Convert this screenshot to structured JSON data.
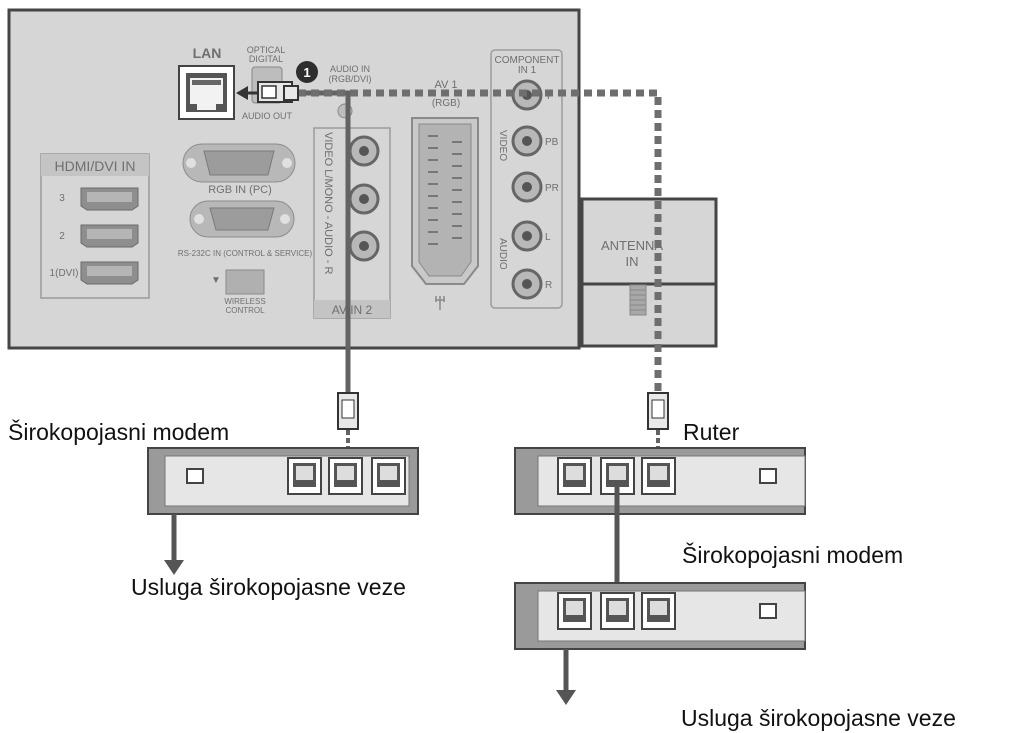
{
  "tv_panel": {
    "lan": "LAN",
    "optical_digital": [
      "OPTICAL",
      "DIGITAL"
    ],
    "audio_out": "AUDIO OUT",
    "audio_in": [
      "AUDIO IN",
      "(RGB/DVI)"
    ],
    "av1": "AV 1",
    "rgb_small": "(RGB)",
    "component": [
      "COMPONENT",
      "IN 1"
    ],
    "component_jacks": [
      "Y",
      "PB",
      "PR",
      "L",
      "R"
    ],
    "video": "VIDEO",
    "audio_vert": "AUDIO",
    "hdmi_title": "HDMI/DVI IN",
    "hdmi_ports": [
      "3",
      "2",
      "1(DVI)"
    ],
    "rgb_in": "RGB IN (PC)",
    "rs232": "RS-232C IN (CONTROL & SERVICE)",
    "wireless": [
      "WIRELESS",
      "CONTROL"
    ],
    "av_vertical": "VIDEO  L/MONO - AUDIO - R",
    "av_in2": "AV IN 2",
    "antenna": [
      "ANTENNA",
      "IN"
    ],
    "step_number": "1"
  },
  "labels": {
    "modem_left": "Širokopojasni modem",
    "router": "Ruter",
    "modem_right": "Širokopojasni modem",
    "service_left": "Usluga širokopojasne veze",
    "service_right": "Usluga širokopojasne veze"
  },
  "colors": {
    "panel": "#d6d6d6",
    "panel_border": "#454545",
    "device": "#9a9a9a",
    "device_face": "#e6e6e6",
    "cable": "#636363",
    "text": "#111111"
  }
}
